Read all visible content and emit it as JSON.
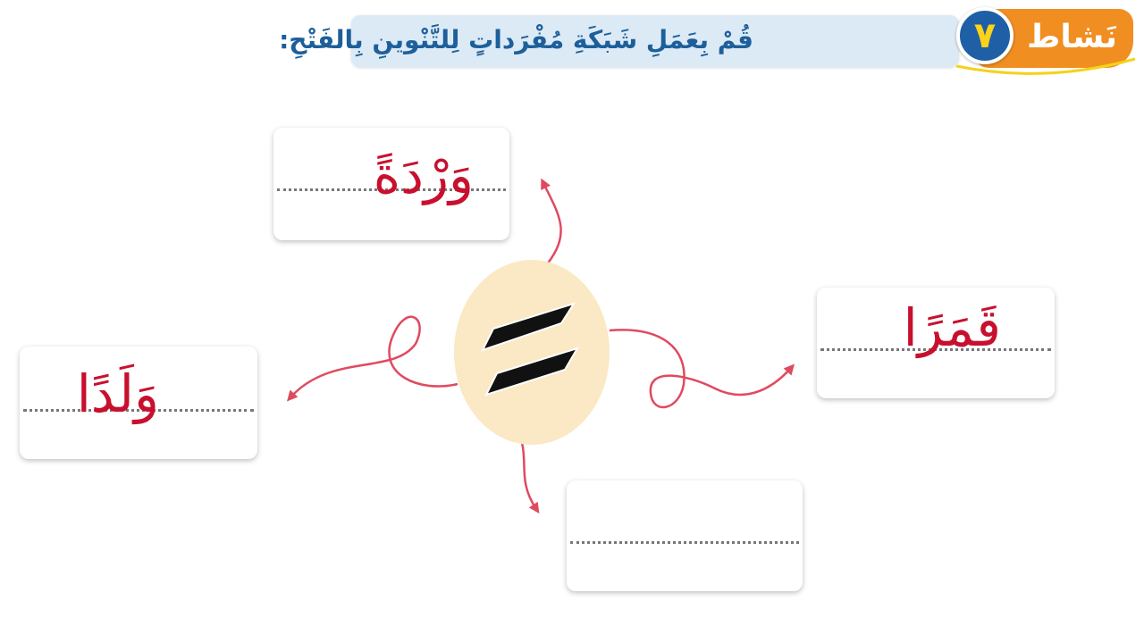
{
  "header": {
    "activity_label": "نَشاط",
    "activity_number": "٧",
    "instruction": "قُمْ بِعَمَلِ شَبَكَةِ مُفْرَداتٍ لِلتَّنْوينِ بِالفَتْحِ:"
  },
  "center": {
    "symbol": "tanween-fath-mark",
    "icon_name": "double-slash-icon"
  },
  "cards": {
    "top": {
      "word": "وَرْدَةً"
    },
    "right": {
      "word": "قَمَرًا"
    },
    "left": {
      "word": "وَلَدًا"
    },
    "bottom": {
      "word": ""
    }
  },
  "colors": {
    "word": "#c8102e",
    "arrow": "#e04a5f",
    "banner": "#dceaf6",
    "instruction": "#1d5f9a",
    "tab": "#f08e21",
    "badge": "#1f5fa6",
    "center": "#fbe8c4"
  }
}
